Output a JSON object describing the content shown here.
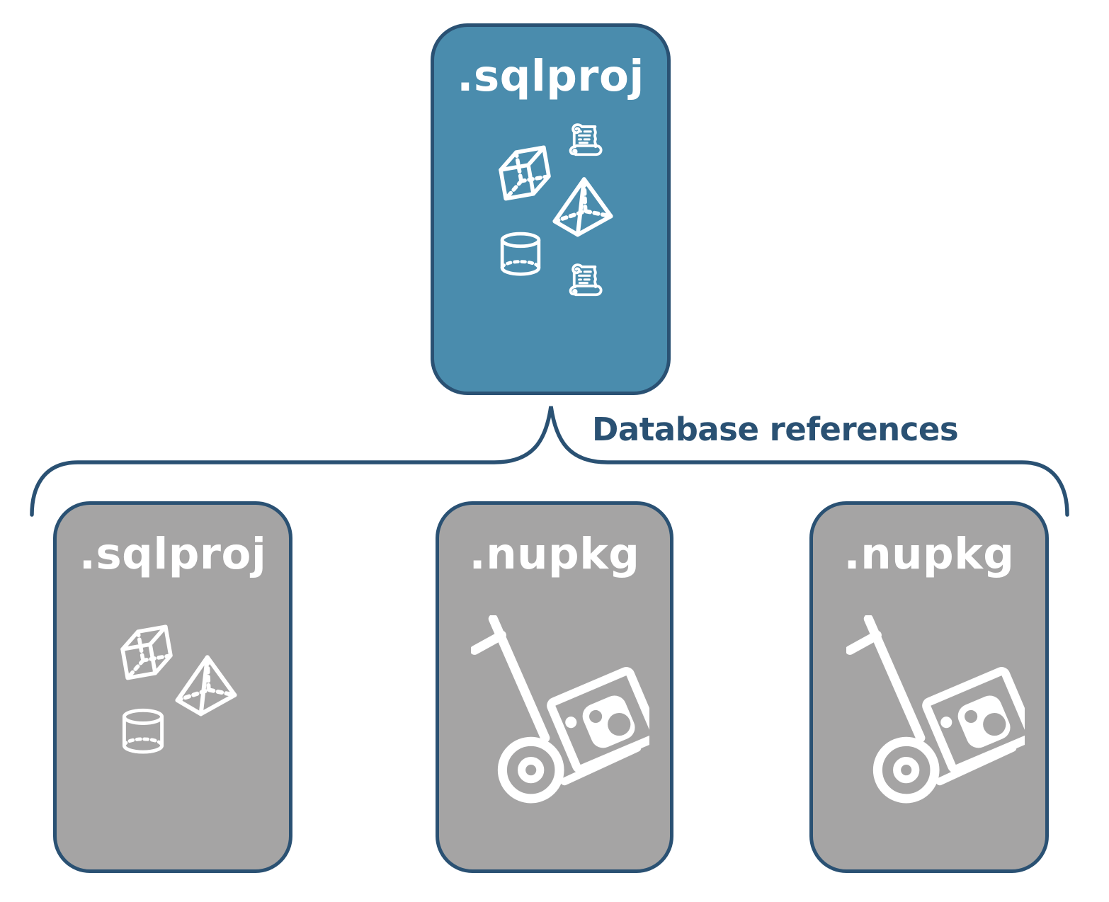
{
  "diagram": {
    "title_hint": "SQL project database references diagram",
    "colors": {
      "accent_fill": "#4A8CAD",
      "outline_and_text": "#2A5173",
      "child_fill": "#A5A4A4",
      "icon_color": "#FFFFFF",
      "background": "#FFFFFF"
    },
    "connector": {
      "label": "Database references",
      "shape": "upward-brace"
    },
    "nodes": {
      "root": {
        "label": ".sqlproj",
        "fill": "#4A8CAD",
        "icons": [
          "cube",
          "script-scroll",
          "pyramid",
          "database-cylinder",
          "script-scroll"
        ]
      },
      "children": [
        {
          "label": ".sqlproj",
          "fill": "#A5A4A4",
          "icons": [
            "cube",
            "pyramid",
            "database-cylinder"
          ]
        },
        {
          "label": ".nupkg",
          "fill": "#A5A4A4",
          "icons": [
            "package-dolly"
          ]
        },
        {
          "label": ".nupkg",
          "fill": "#A5A4A4",
          "icons": [
            "package-dolly"
          ]
        }
      ]
    }
  }
}
